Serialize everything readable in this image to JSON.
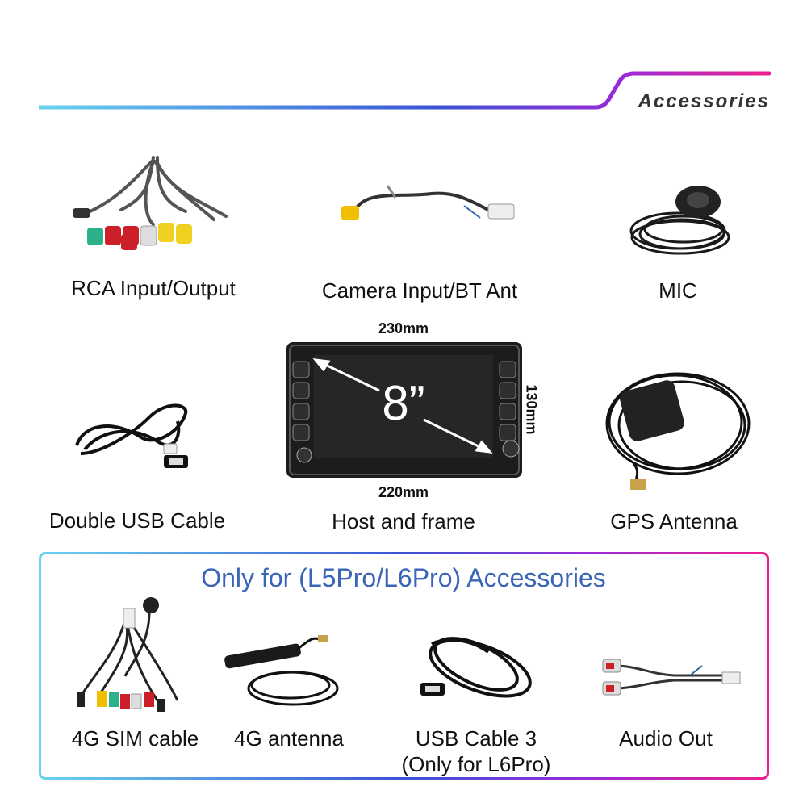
{
  "header": {
    "title": "Accessories"
  },
  "top_items": [
    {
      "label": "RCA Input/Output",
      "icon": "rca-cable-icon"
    },
    {
      "label": "Camera Input/BT Ant",
      "icon": "camera-cable-icon"
    },
    {
      "label": "MIC",
      "icon": "microphone-icon"
    }
  ],
  "middle_items": [
    {
      "label": "Double USB Cable",
      "icon": "usb-cable-icon"
    },
    {
      "label": "Host and frame",
      "icon": "head-unit-icon"
    },
    {
      "label": "GPS Antenna",
      "icon": "gps-antenna-icon"
    }
  ],
  "host": {
    "width_top": "230mm",
    "width_bottom": "220mm",
    "height": "130mm",
    "screen_size": "8”"
  },
  "pro_section": {
    "title": "Only for (L5Pro/L6Pro) Accessories",
    "items": [
      {
        "label": "4G SIM cable",
        "icon": "sim-cable-icon"
      },
      {
        "label": "4G antenna",
        "icon": "lte-antenna-icon"
      },
      {
        "label": "USB Cable 3",
        "note": "(Only for L6Pro)",
        "icon": "usb-cable-icon"
      },
      {
        "label": "Audio Out",
        "icon": "audio-out-cable-icon"
      }
    ]
  },
  "colors": {
    "gradient_start": "#6ad3ee",
    "gradient_mid": "#3a52d6",
    "gradient_end": "#ee1f8c",
    "panel_title": "#3a64b8"
  }
}
